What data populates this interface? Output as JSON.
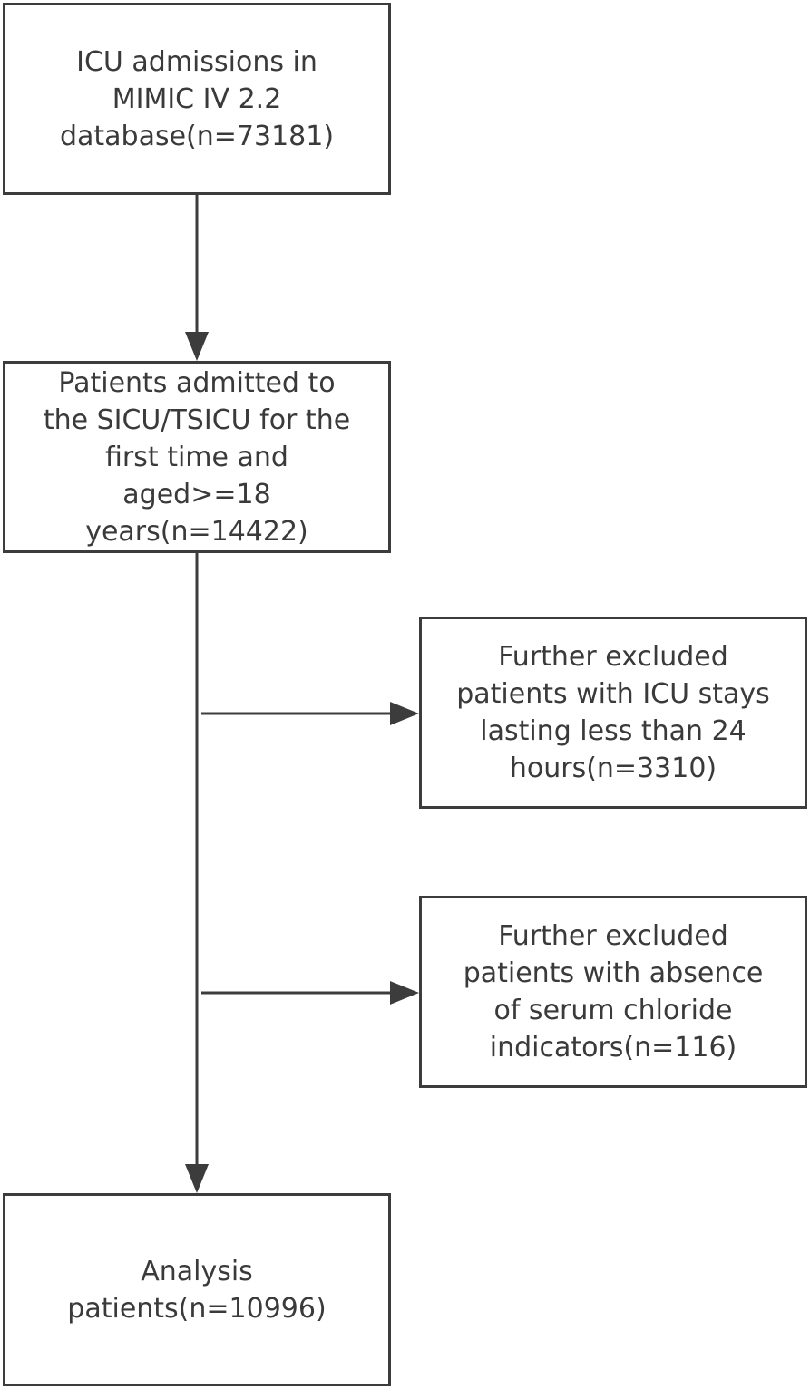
{
  "flowchart": {
    "admissions": "ICU admissions in\nMIMIC IV 2.2\ndatabase(n=73181)",
    "eligible_patients": "Patients  admitted to\nthe SICU/TSICU for the\nfirst time and\naged>=18\nyears(n=14422)",
    "excluded_short_stay": "Further excluded\npatients with ICU stays\nlasting less than 24\nhours(n=3310)",
    "excluded_no_chloride": "Further excluded\npatients with absence\nof serum chloride\nindicators(n=116)",
    "analysis": "Analysis\npatients(n=10996)"
  }
}
